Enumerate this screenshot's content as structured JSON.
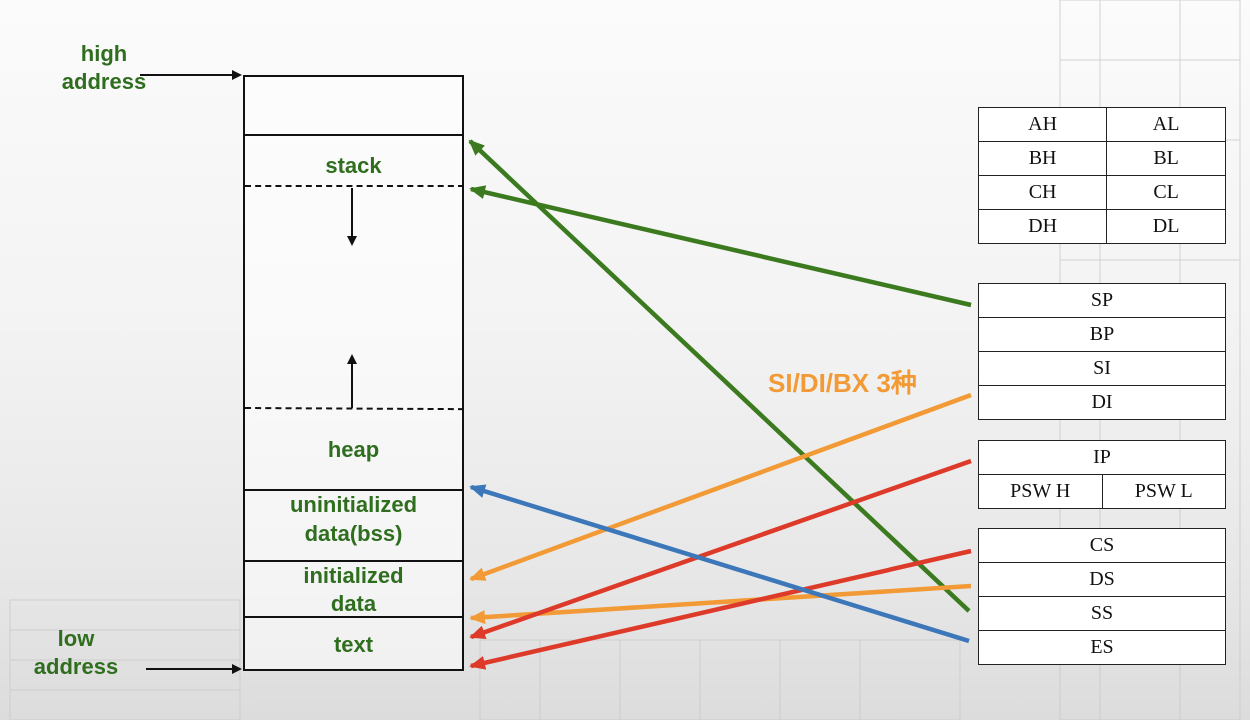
{
  "memory": {
    "high_label": [
      "high",
      "address"
    ],
    "low_label": [
      "low",
      "address"
    ],
    "stack": "stack",
    "heap": "heap",
    "bss": [
      "uninitialized",
      "data(bss)"
    ],
    "init": [
      "initialized",
      "data"
    ],
    "text": "text"
  },
  "registers": {
    "general": [
      [
        "AH",
        "AL"
      ],
      [
        "BH",
        "BL"
      ],
      [
        "CH",
        "CL"
      ],
      [
        "DH",
        "DL"
      ]
    ],
    "pointer": [
      "SP",
      "BP",
      "SI",
      "DI"
    ],
    "ip": "IP",
    "psw": [
      "PSW H",
      "PSW L"
    ],
    "segment": [
      "CS",
      "DS",
      "SS",
      "ES"
    ]
  },
  "note": "SI/DI/BX 3种",
  "colors": {
    "label_green": "#2f6e1f",
    "arrow_green": "#3c7a1f",
    "arrow_orange": "#f29a35",
    "arrow_red": "#dd3a2a",
    "arrow_blue": "#3c78b9"
  }
}
